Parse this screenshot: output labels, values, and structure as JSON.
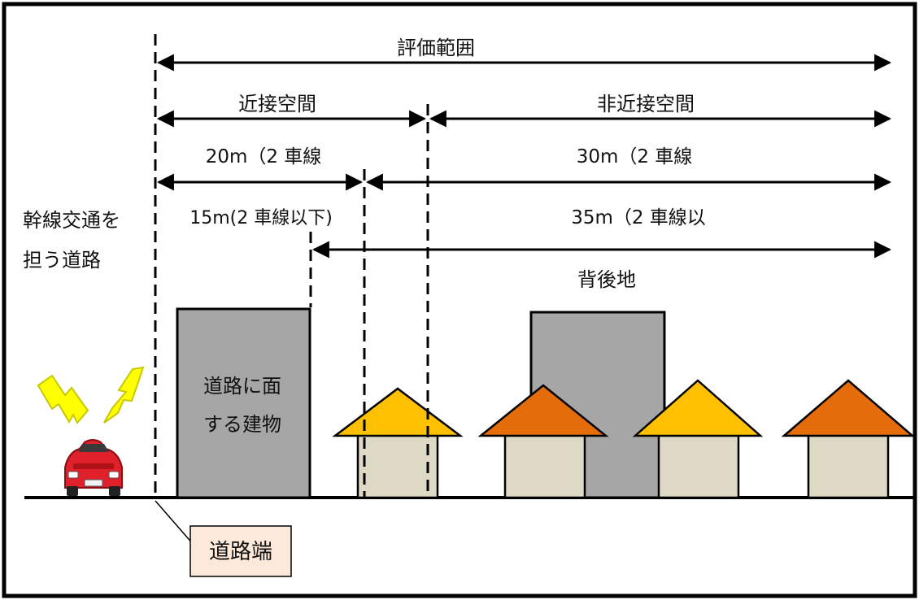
{
  "labels": {
    "evaluation_range": "評価範囲",
    "proximity_space": "近接空間",
    "non_proximity_space": "非近接空間",
    "width_20m": "20m（2 車線",
    "width_30m": "30m（2 車線",
    "width_15m": "15m(2 車線以下)",
    "width_35m": "35m（2 車線以",
    "road_type_line1": "幹線交通を",
    "road_type_line2": "担う道路",
    "back_land": "背後地",
    "road_facing_building_line1": "道路に面",
    "road_facing_building_line2": "する建物",
    "road_edge": "道路端"
  },
  "colors": {
    "building_gray": "#a6a6a6",
    "roof_orange": "#e46c0a",
    "roof_yellow": "#ffc000",
    "house_wall": "#ddd9c4",
    "car_red": "#e0202a",
    "lightning_yellow": "#ffff00",
    "callout_fill": "#fde9d9"
  }
}
